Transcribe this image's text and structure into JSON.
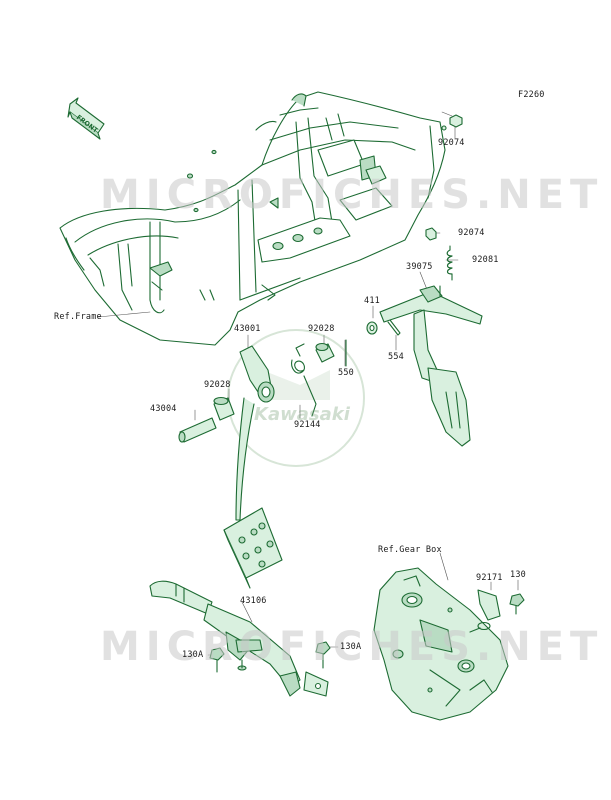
{
  "diagram": {
    "code": "F2260",
    "direction_label": "FRONT",
    "watermark_text": "MICROFICHES.NET",
    "seal_text": "Kawasaki",
    "colors": {
      "line": "#1d6b33",
      "fill": "#d9f0df",
      "fill_dark": "#b9dcc3",
      "text": "#1c1c1c"
    },
    "labels": {
      "p92074a": "92074",
      "p92074b": "92074",
      "p92081": "92081",
      "p39075": "39075",
      "p411": "411",
      "p554": "554",
      "ref_frame": "Ref.Frame",
      "p43001": "43001",
      "p92028a": "92028",
      "p550": "550",
      "p92028b": "92028",
      "p43004": "43004",
      "p92144": "92144",
      "ref_gearbox": "Ref.Gear Box",
      "p92171": "92171",
      "p130": "130",
      "p43106": "43106",
      "p130a_left": "130A",
      "p130a_right": "130A"
    }
  }
}
